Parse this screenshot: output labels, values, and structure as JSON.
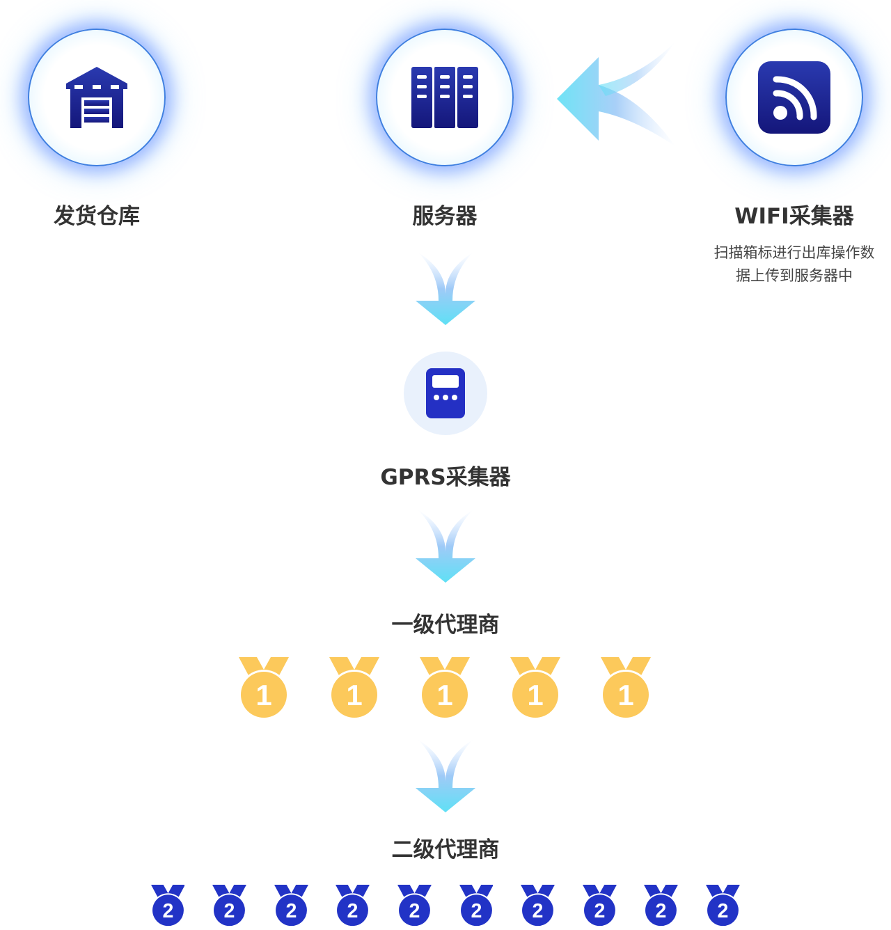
{
  "nodes": {
    "warehouse": {
      "label": "发货仓库",
      "icon": "warehouse-icon"
    },
    "server": {
      "label": "服务器",
      "icon": "server-icon"
    },
    "wifi": {
      "label": "WIFI采集器",
      "icon": "wifi-signal-icon",
      "description_line1": "扫描箱标进行出库操作数",
      "description_line2": "据上传到服务器中"
    },
    "gprs": {
      "label": "GPRS采集器",
      "icon": "device-icon"
    }
  },
  "tiers": {
    "level1": {
      "label": "一级代理商",
      "medal_text": "1",
      "count": 5,
      "color": "#fcc95b"
    },
    "level2": {
      "label": "二级代理商",
      "medal_text": "2",
      "count": 10,
      "color": "#2233c6"
    }
  },
  "colors": {
    "icon_dark": "#1a1f8a",
    "arrow": "#5fd6f5"
  }
}
